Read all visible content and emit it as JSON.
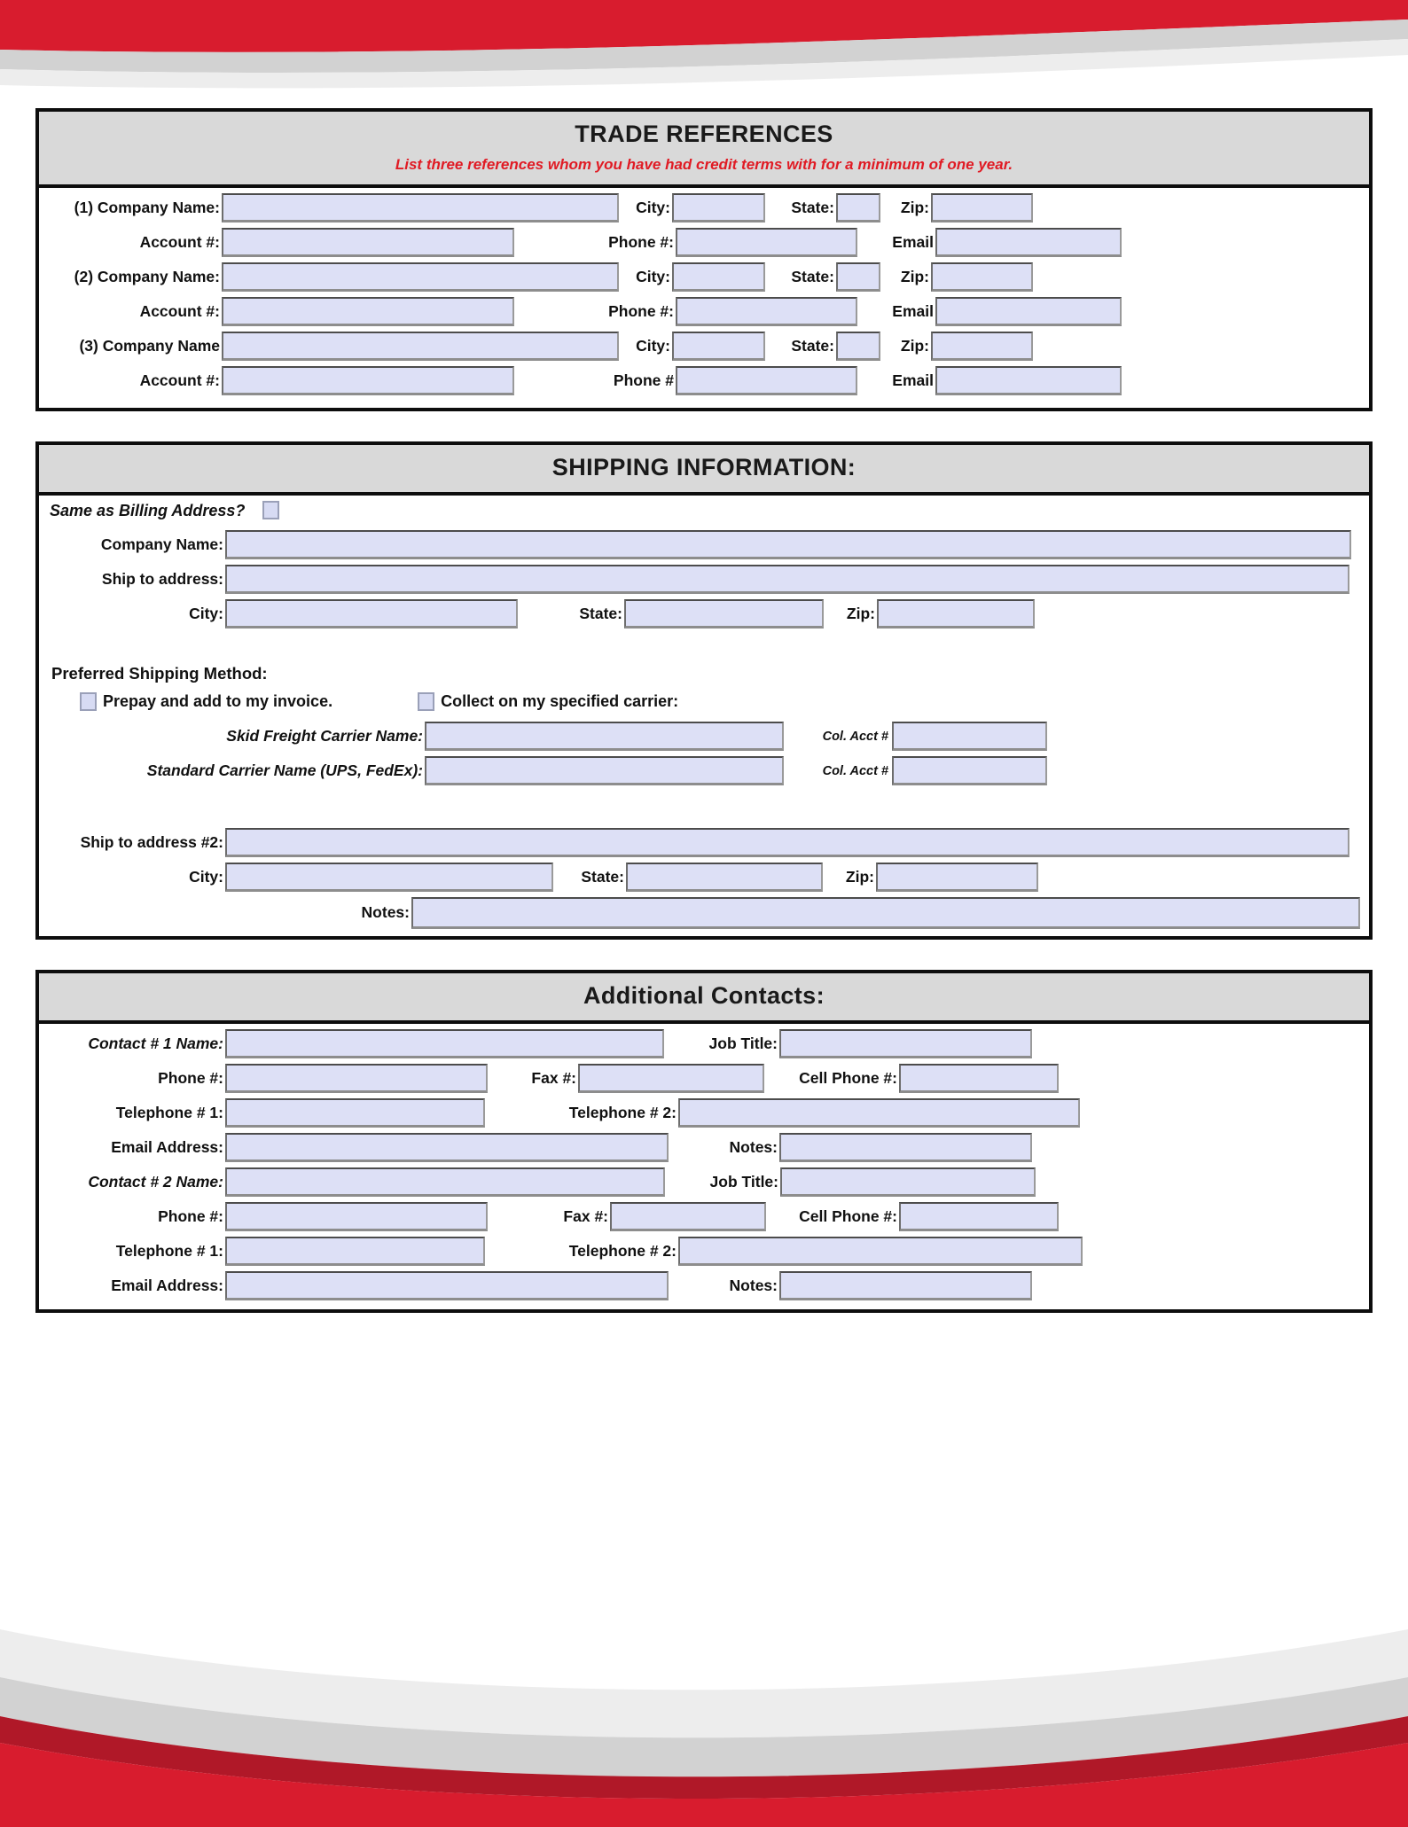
{
  "theme": {
    "accent_red": "#d81c2e",
    "band_gray": "#d2d2d2",
    "field_fill": "#dde0f6",
    "header_fill": "#d9d9d9",
    "note_red": "#e01b24"
  },
  "trade_references": {
    "title": "TRADE REFERENCES",
    "note": "List three references whom you have had credit terms with for a minimum of one year.",
    "entries": [
      {
        "company_label": "(1) Company Name:",
        "city_label": "City:",
        "state_label": "State:",
        "zip_label": "Zip:",
        "account_label": "Account #:",
        "phone_label": "Phone #:",
        "email_label": "Email",
        "company_value": "",
        "city_value": "",
        "state_value": "",
        "zip_value": "",
        "account_value": "",
        "phone_value": "",
        "email_value": ""
      },
      {
        "company_label": "(2) Company Name:",
        "city_label": "City:",
        "state_label": "State:",
        "zip_label": "Zip:",
        "account_label": "Account #:",
        "phone_label": "Phone #:",
        "email_label": "Email",
        "company_value": "",
        "city_value": "",
        "state_value": "",
        "zip_value": "",
        "account_value": "",
        "phone_value": "",
        "email_value": ""
      },
      {
        "company_label": "(3) Company Name",
        "city_label": "City:",
        "state_label": "State:",
        "zip_label": "Zip:",
        "account_label": "Account #:",
        "phone_label": "Phone #",
        "email_label": "Email",
        "company_value": "",
        "city_value": "",
        "state_value": "",
        "zip_value": "",
        "account_value": "",
        "phone_value": "",
        "email_value": ""
      }
    ]
  },
  "shipping": {
    "title": "SHIPPING INFORMATION:",
    "same_as_billing_label": "Same as Billing Address?",
    "same_as_billing_checked": false,
    "company_name_label": "Company Name:",
    "company_name_value": "",
    "ship_to_address_label": "Ship to address:",
    "ship_to_address_value": "",
    "city_label": "City:",
    "city_value": "",
    "state_label": "State:",
    "state_value": "",
    "zip_label": "Zip:",
    "zip_value": "",
    "preferred_method_label": "Preferred Shipping Method:",
    "prepay_label": "Prepay and add to my invoice.",
    "prepay_checked": false,
    "collect_label": "Collect on my specified carrier:",
    "collect_checked": false,
    "skid_freight_label": "Skid Freight Carrier Name:",
    "skid_freight_value": "",
    "skid_acct_label": "Col. Acct #",
    "skid_acct_value": "",
    "standard_carrier_label": "Standard Carrier Name (UPS, FedEx):",
    "standard_carrier_value": "",
    "standard_acct_label": "Col. Acct #",
    "standard_acct_value": "",
    "ship_to_address2_label": "Ship to address #2:",
    "ship_to_address2_value": "",
    "city2_label": "City:",
    "city2_value": "",
    "state2_label": "State:",
    "state2_value": "",
    "zip2_label": "Zip:",
    "zip2_value": "",
    "notes_label": "Notes:",
    "notes_value": ""
  },
  "additional_contacts": {
    "title": "Additional Contacts:",
    "contacts": [
      {
        "name_label": "Contact # 1 Name:",
        "name_value": "",
        "job_title_label": "Job Title:",
        "job_title_value": "",
        "phone_label": "Phone #:",
        "phone_value": "",
        "fax_label": "Fax #:",
        "fax_value": "",
        "cell_label": "Cell Phone #:",
        "cell_value": "",
        "tel1_label": "Telephone # 1:",
        "tel1_value": "",
        "tel2_label": "Telephone # 2:",
        "tel2_value": "",
        "email_label": "Email Address:",
        "email_value": "",
        "notes_label": "Notes:",
        "notes_value": ""
      },
      {
        "name_label": "Contact # 2 Name:",
        "name_value": "",
        "job_title_label": "Job Title:",
        "job_title_value": "",
        "phone_label": "Phone #:",
        "phone_value": "",
        "fax_label": "Fax #:",
        "fax_value": "",
        "cell_label": "Cell Phone #:",
        "cell_value": "",
        "tel1_label": "Telephone # 1:",
        "tel1_value": "",
        "tel2_label": "Telephone # 2:",
        "tel2_value": "",
        "email_label": "Email Address:",
        "email_value": "",
        "notes_label": "Notes:",
        "notes_value": ""
      }
    ]
  }
}
